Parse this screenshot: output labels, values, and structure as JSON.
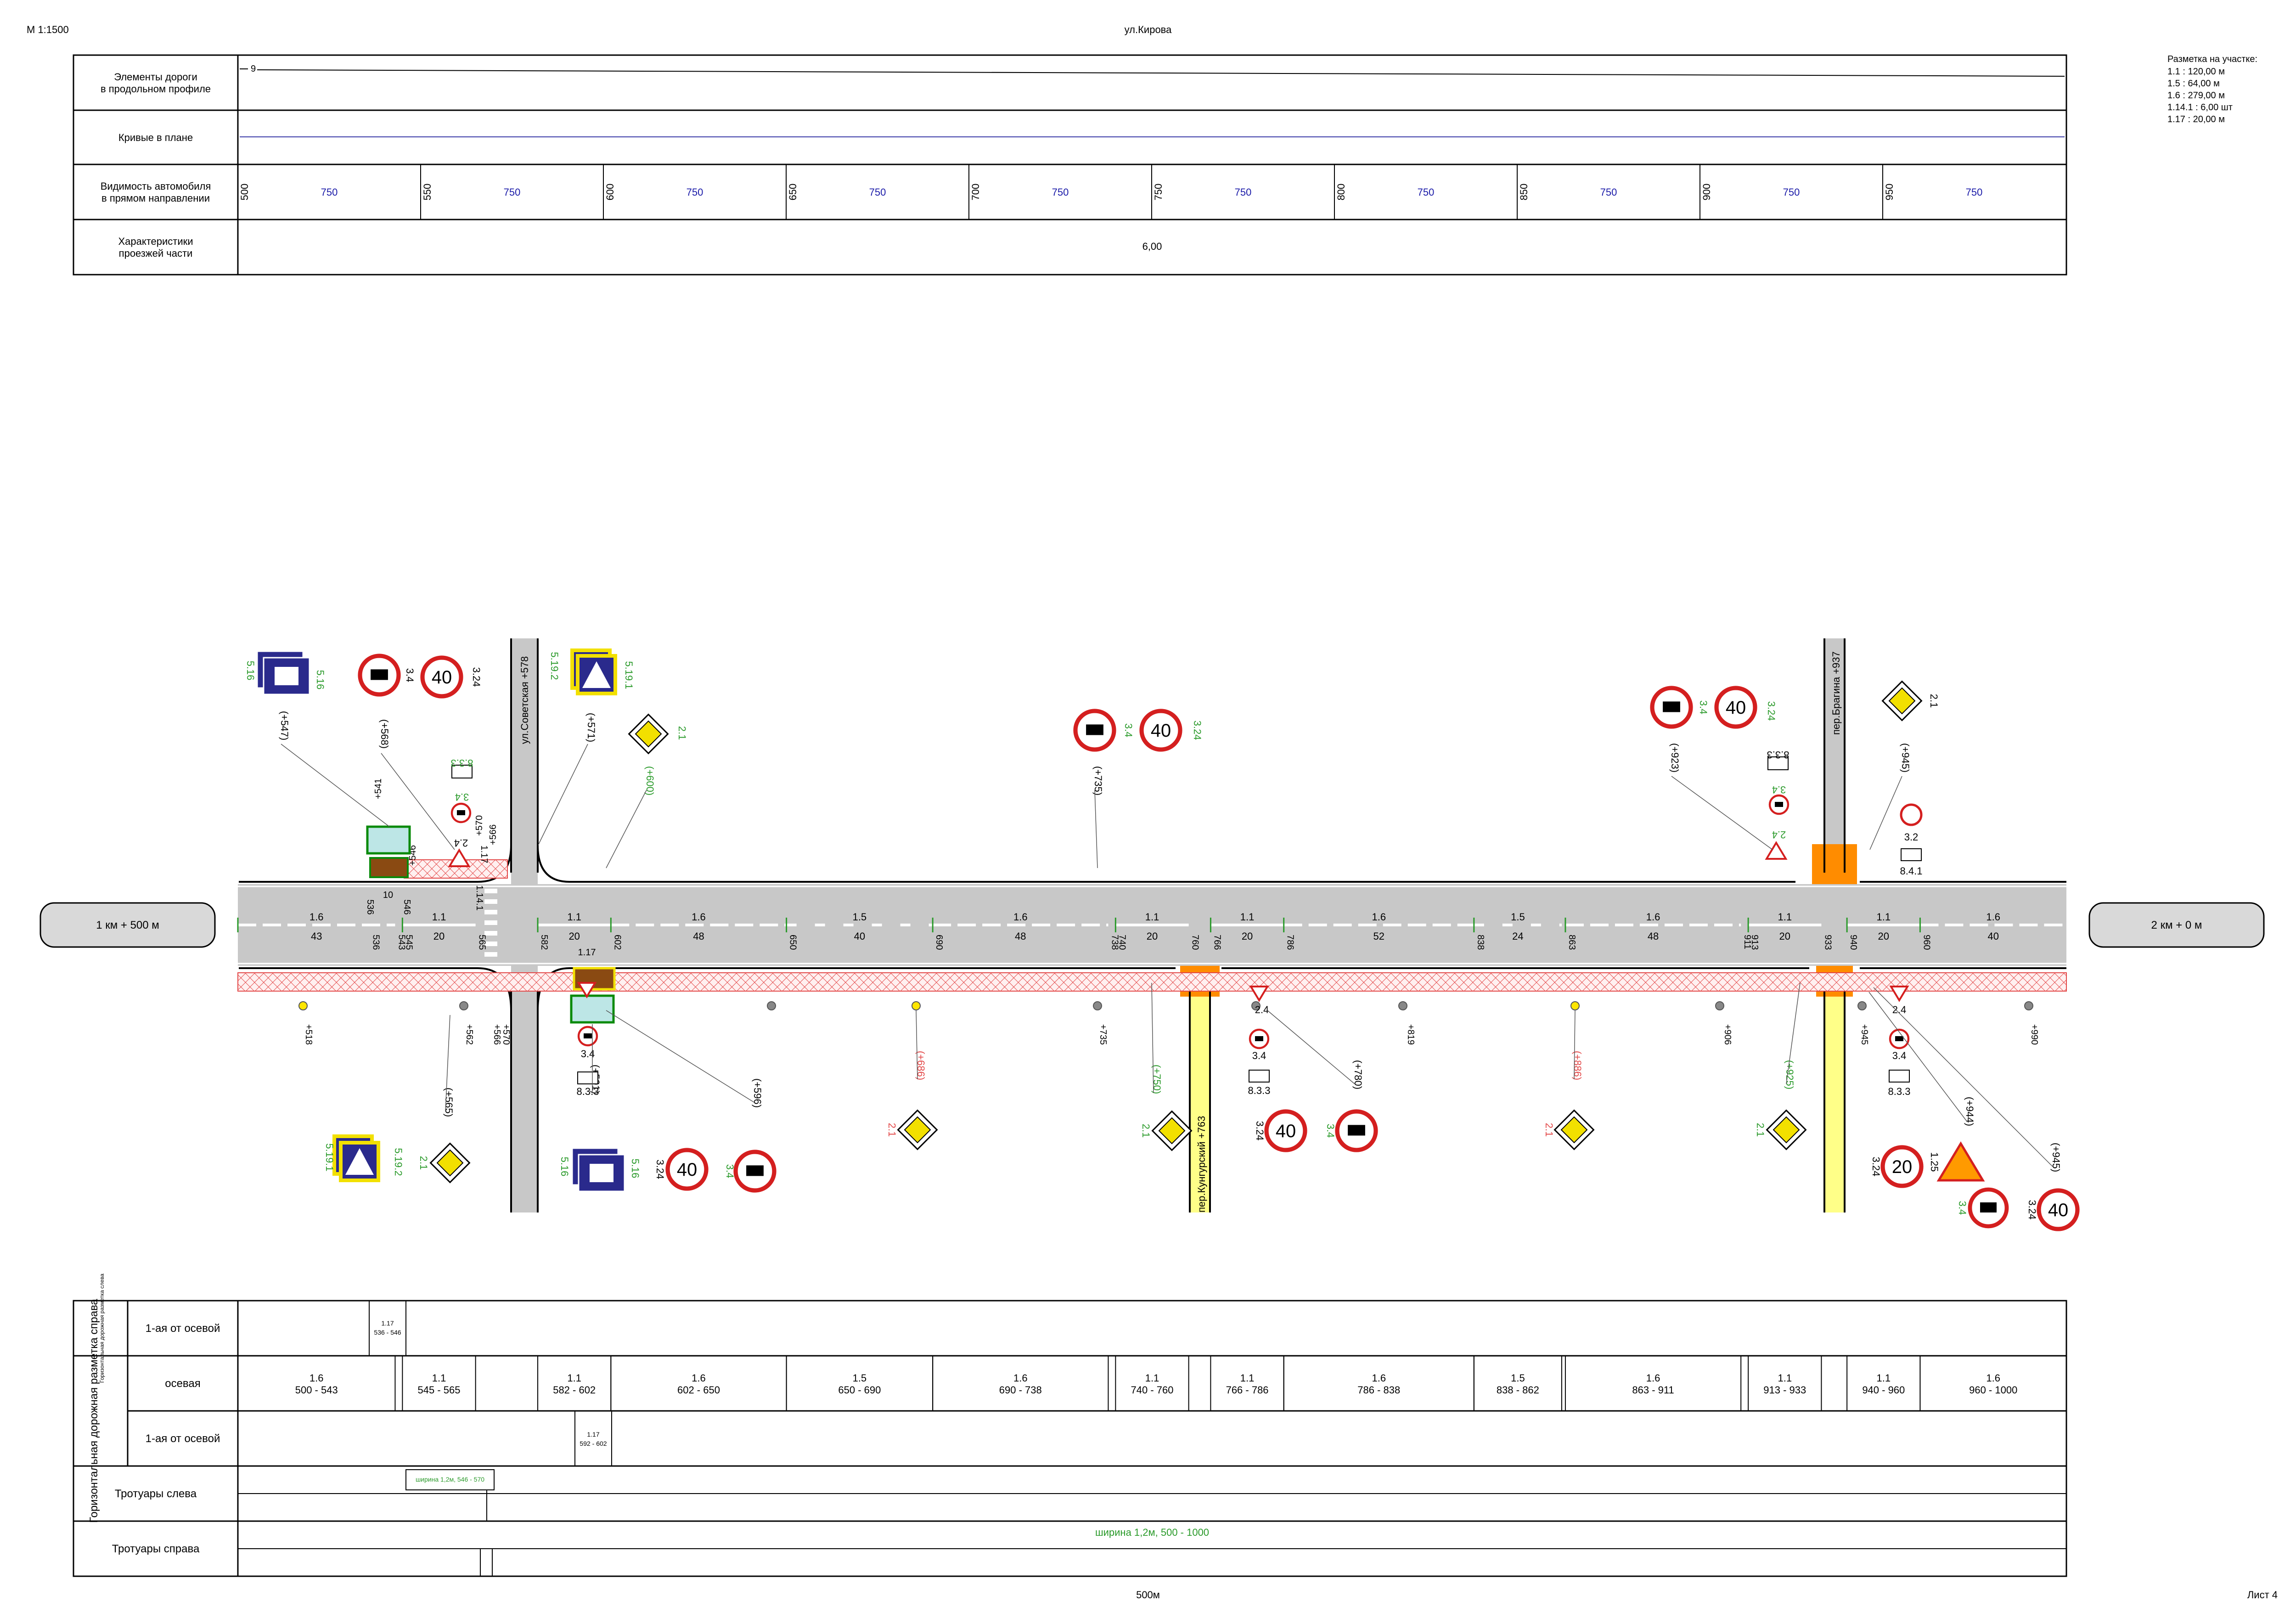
{
  "header": {
    "scale": "М 1:1500",
    "street": "ул.Кирова"
  },
  "footer": {
    "length": "500м",
    "sheet": "Лист 4"
  },
  "ends": {
    "left": "1 км + 500 м",
    "right": "2 км + 0 м"
  },
  "markup_summary": {
    "title": "Разметка на участке:",
    "lines": [
      "1.1 : 120,00 м",
      "1.5 : 64,00 м",
      "1.6 : 279,00 м",
      "1.14.1 : 6,00 шт",
      "1.17 : 20,00 м"
    ]
  },
  "top_table": {
    "rows": [
      "Элементы дороги\nв продольном профиле",
      "Кривые в плане",
      "Видимость автомобиля\nв прямом направлении",
      "Характеристики\nпроезжей части"
    ],
    "profile_mark": "9",
    "visibility": [
      {
        "km": "500",
        "v": "750"
      },
      {
        "km": "550",
        "v": "750"
      },
      {
        "km": "600",
        "v": "750"
      },
      {
        "km": "650",
        "v": "750"
      },
      {
        "km": "700",
        "v": "750"
      },
      {
        "km": "750",
        "v": "750"
      },
      {
        "km": "800",
        "v": "750"
      },
      {
        "km": "850",
        "v": "750"
      },
      {
        "km": "900",
        "v": "750"
      },
      {
        "km": "950",
        "v": "750"
      }
    ],
    "carriageway": "6,00"
  },
  "bottom_table": {
    "group_small": "Горизонтальная дорожная разметка слева",
    "group_big": "Горизонтальная дорожная разметка справа",
    "row_left_first": "1-ая от осевой",
    "row_axis": "осевая",
    "row_right_first": "1-ая от осевой",
    "row_walk_left": "Тротуары слева",
    "row_walk_right": "Тротуары справа",
    "left_first_cells": [
      {
        "code": "1.17",
        "range": "536 - 546"
      }
    ],
    "right_first_cells": [
      {
        "code": "1.17",
        "range": "592 - 602"
      }
    ],
    "walk_left_cells": [
      {
        "text": "ширина 1,2м, 546 - 570"
      }
    ],
    "walk_right_cells": [
      {
        "text": "ширина 1,2м, 500 - 1000"
      }
    ],
    "axis_cells": [
      {
        "code": "1.6",
        "range": "500 - 543"
      },
      {
        "code": "1.1",
        "range": "545 - 565"
      },
      {
        "code": "1.1",
        "range": "582 - 602"
      },
      {
        "code": "1.6",
        "range": "602 - 650"
      },
      {
        "code": "1.5",
        "range": "650 - 690"
      },
      {
        "code": "1.6",
        "range": "690 - 738"
      },
      {
        "code": "1.1",
        "range": "740 - 760"
      },
      {
        "code": "1.1",
        "range": "766 - 786"
      },
      {
        "code": "1.6",
        "range": "786 - 838"
      },
      {
        "code": "1.5",
        "range": "838 - 862"
      },
      {
        "code": "1.6",
        "range": "863 - 911"
      },
      {
        "code": "1.1",
        "range": "913 - 933"
      },
      {
        "code": "1.1",
        "range": "940 - 960"
      },
      {
        "code": "1.6",
        "range": "960 - 1000"
      }
    ]
  },
  "road": {
    "side_streets": [
      {
        "name": "ул.Советская +578"
      },
      {
        "name": "пер.Кунгурский +763"
      },
      {
        "name": "пер.Брагина +937"
      }
    ],
    "axis_segments": [
      {
        "code": "1.6",
        "len": "43"
      },
      {
        "code": "1.1",
        "len": "20"
      },
      {
        "code": "1.1",
        "len": "20"
      },
      {
        "code": "1.6",
        "len": "48"
      },
      {
        "code": "1.5",
        "len": "40"
      },
      {
        "code": "1.6",
        "len": "48"
      },
      {
        "code": "1.1",
        "len": "20"
      },
      {
        "code": "1.1",
        "len": "20"
      },
      {
        "code": "1.6",
        "len": "52"
      },
      {
        "code": "1.5",
        "len": "24"
      },
      {
        "code": "1.6",
        "len": "48"
      },
      {
        "code": "1.1",
        "len": "20"
      },
      {
        "code": "1.1",
        "len": "20"
      },
      {
        "code": "1.6",
        "len": "40"
      }
    ],
    "axis_pickets": [
      "536",
      "543",
      "545",
      "565",
      "582",
      "602",
      "650",
      "690",
      "738",
      "740",
      "760",
      "766",
      "786",
      "838",
      "863",
      "911",
      "913",
      "933",
      "940",
      "960"
    ],
    "left_pickets": [
      "+541",
      "+546",
      "+566",
      "+570"
    ],
    "left_misc": [
      "536",
      "10",
      "546",
      "1.14.1",
      "1.17"
    ],
    "right_pickets": [
      "+518",
      "+562",
      "+570",
      "+566",
      "+735",
      "+819",
      "+906",
      "+945",
      "+990"
    ],
    "right_misc": [
      "1.17",
      "10",
      "1.14.1"
    ],
    "plus_labels": [
      "(+547)",
      "(+568)",
      "(+571)",
      "(+600)",
      "(+735)",
      "(+923)",
      "(+945)",
      "(+565)",
      "(+591)",
      "(+596)",
      "(+686)",
      "(+750)",
      "(+780)",
      "(+886)",
      "(+925)",
      "(+944)",
      "(+945)"
    ],
    "sign_codes": [
      "5.16",
      "3.4",
      "3.24",
      "5.19.2",
      "5.19.1",
      "2.1",
      "8.3.3",
      "2.4",
      "3.2",
      "8.4.1",
      "1.25"
    ],
    "speed_values": [
      "40",
      "20"
    ]
  }
}
